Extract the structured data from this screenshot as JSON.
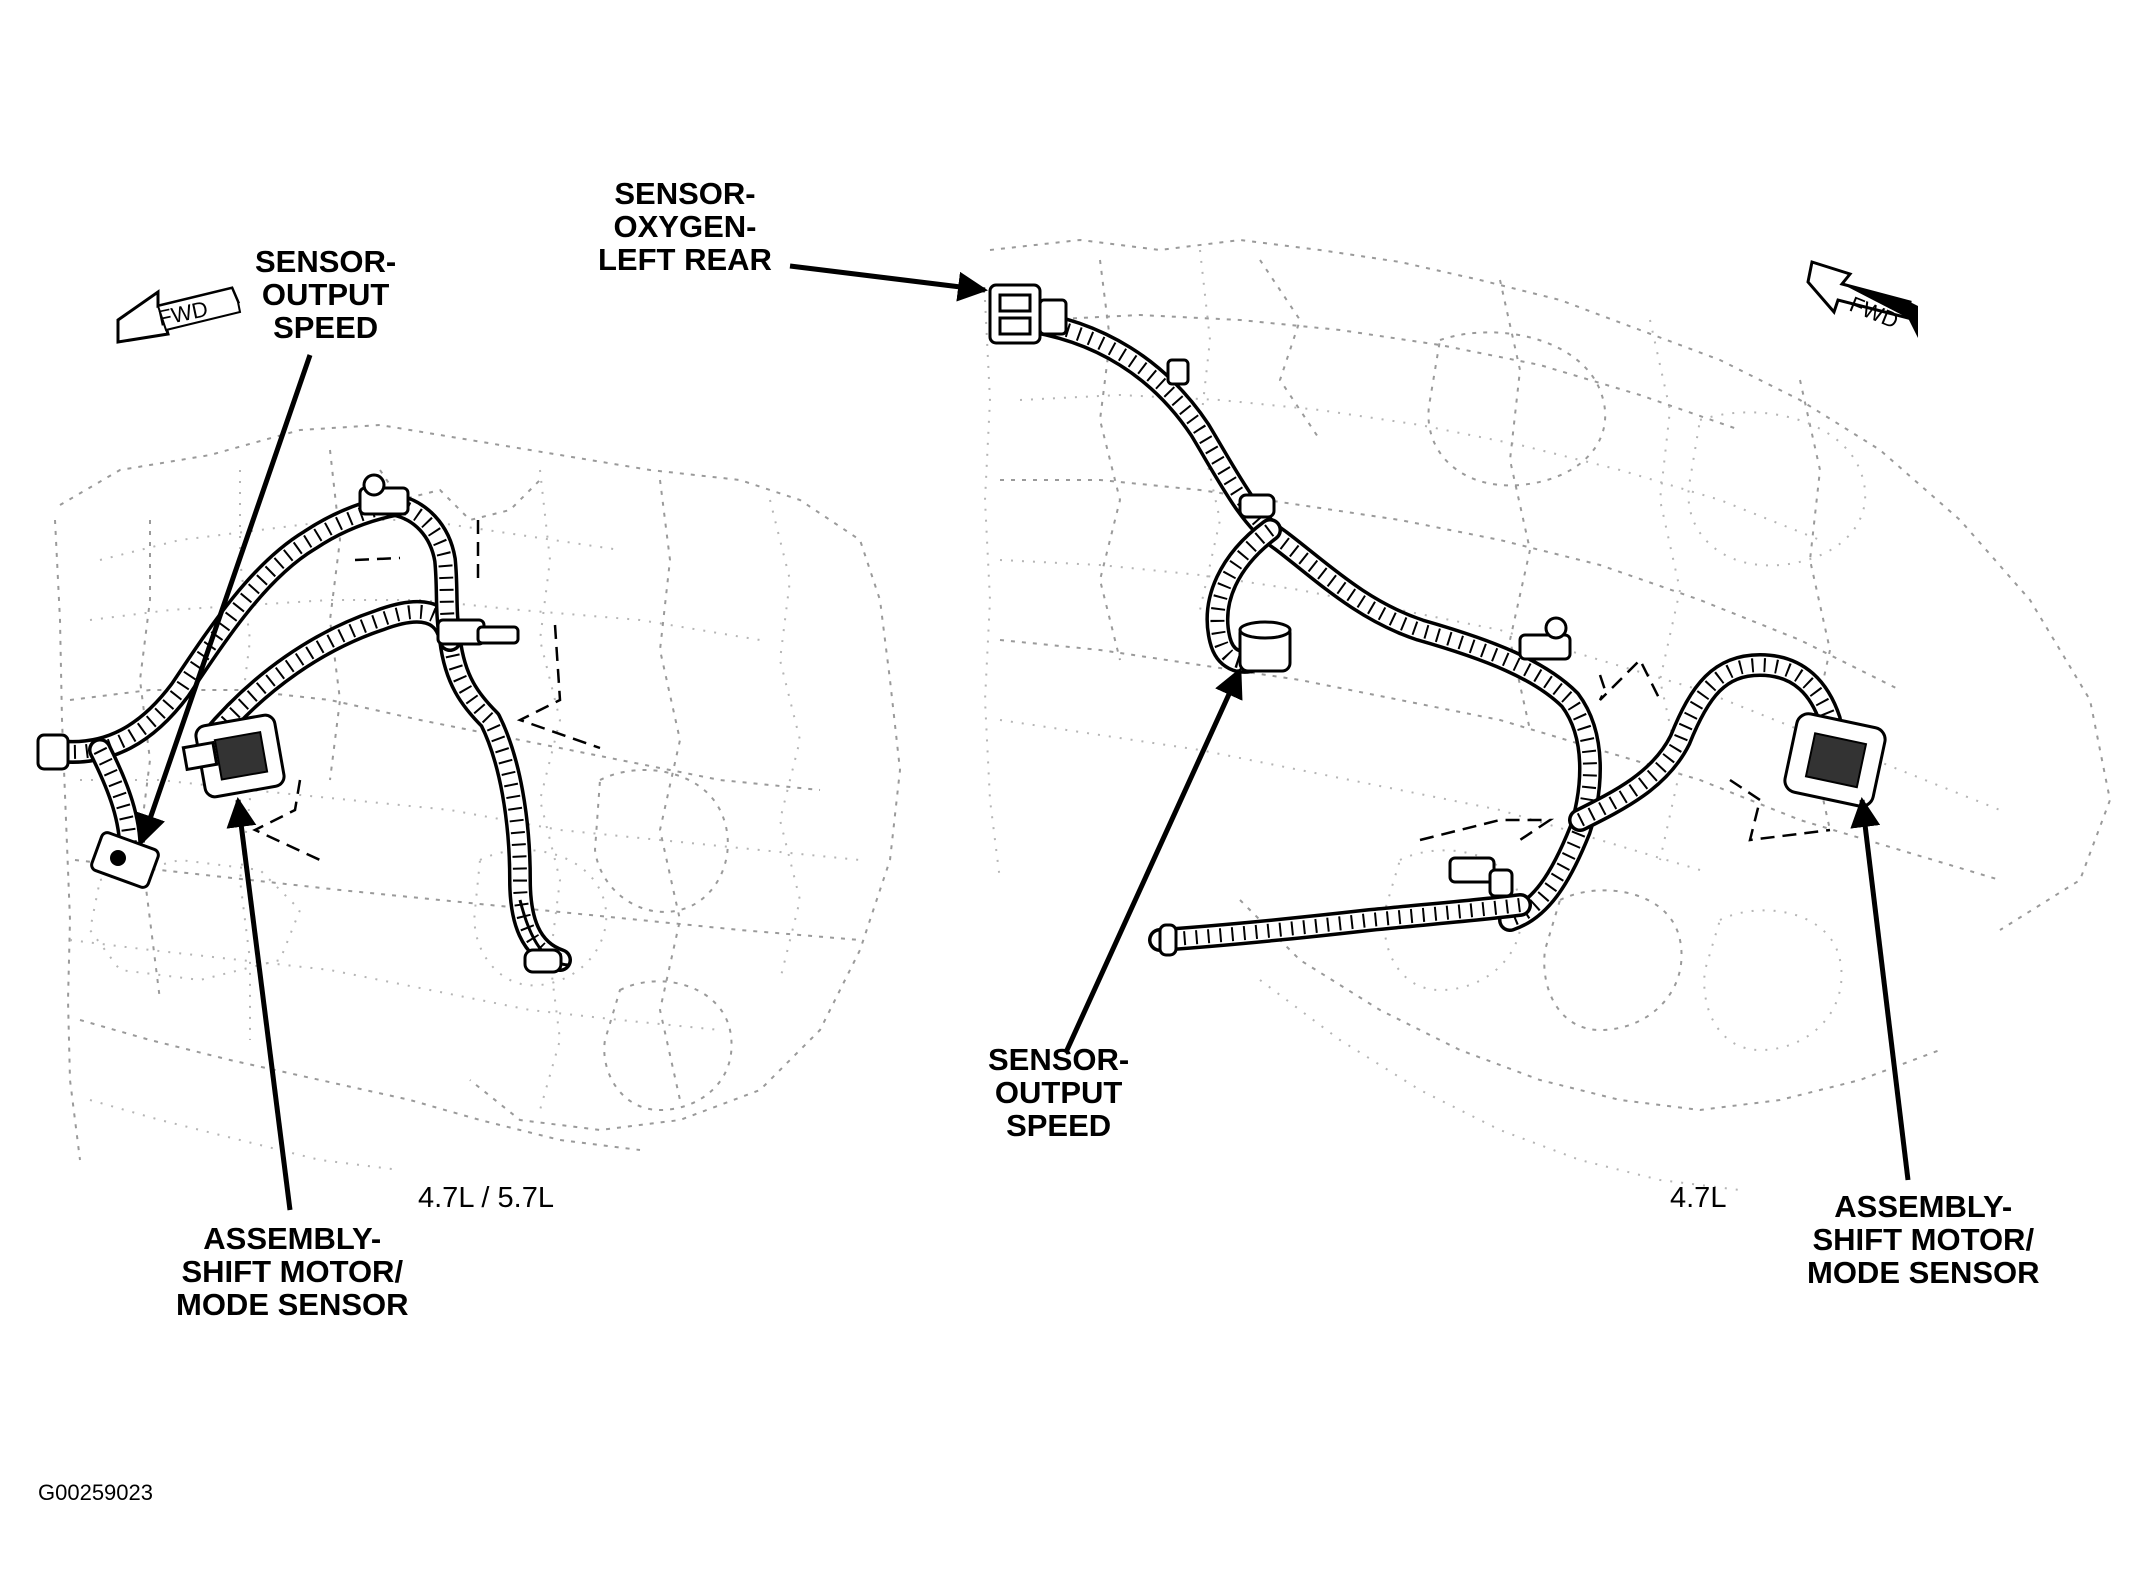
{
  "callouts": {
    "left_output_speed": [
      "SENSOR-",
      "OUTPUT",
      "SPEED"
    ],
    "left_shift_motor": [
      "ASSEMBLY-",
      "SHIFT MOTOR/",
      "MODE SENSOR"
    ],
    "right_oxygen": [
      "SENSOR-",
      "OXYGEN-",
      "LEFT REAR"
    ],
    "right_output_speed": [
      "SENSOR-",
      "OUTPUT",
      "SPEED"
    ],
    "right_shift_motor": [
      "ASSEMBLY-",
      "SHIFT MOTOR/",
      "MODE SENSOR"
    ]
  },
  "engine_labels": {
    "left": "4.7L / 5.7L",
    "right": "4.7L"
  },
  "fwd_label": "FWD",
  "figure_id": "G00259023",
  "icons": {
    "fwd_arrow": "fwd-arrow-icon",
    "leader_arrow": "leader-arrow-icon"
  },
  "colors": {
    "ink": "#000000",
    "ghost_lines": "#9a9a9a",
    "background": "#ffffff"
  }
}
